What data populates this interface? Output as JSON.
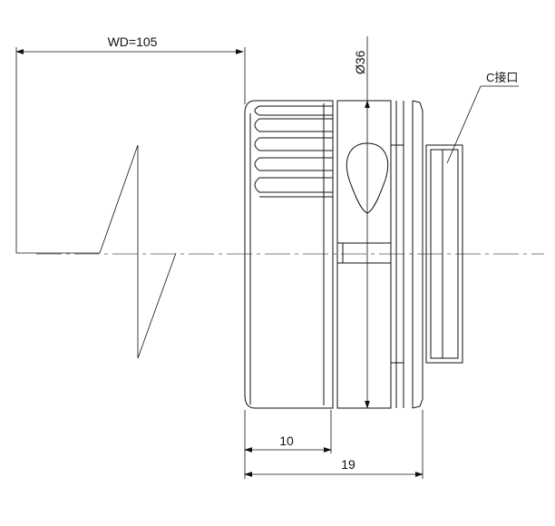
{
  "dimensions": {
    "working_distance": "WD=105",
    "diameter": "Ø36",
    "mount": "C接口",
    "length_front": "10",
    "length_total": "19"
  },
  "colors": {
    "line": "#111111",
    "background": "#ffffff"
  }
}
